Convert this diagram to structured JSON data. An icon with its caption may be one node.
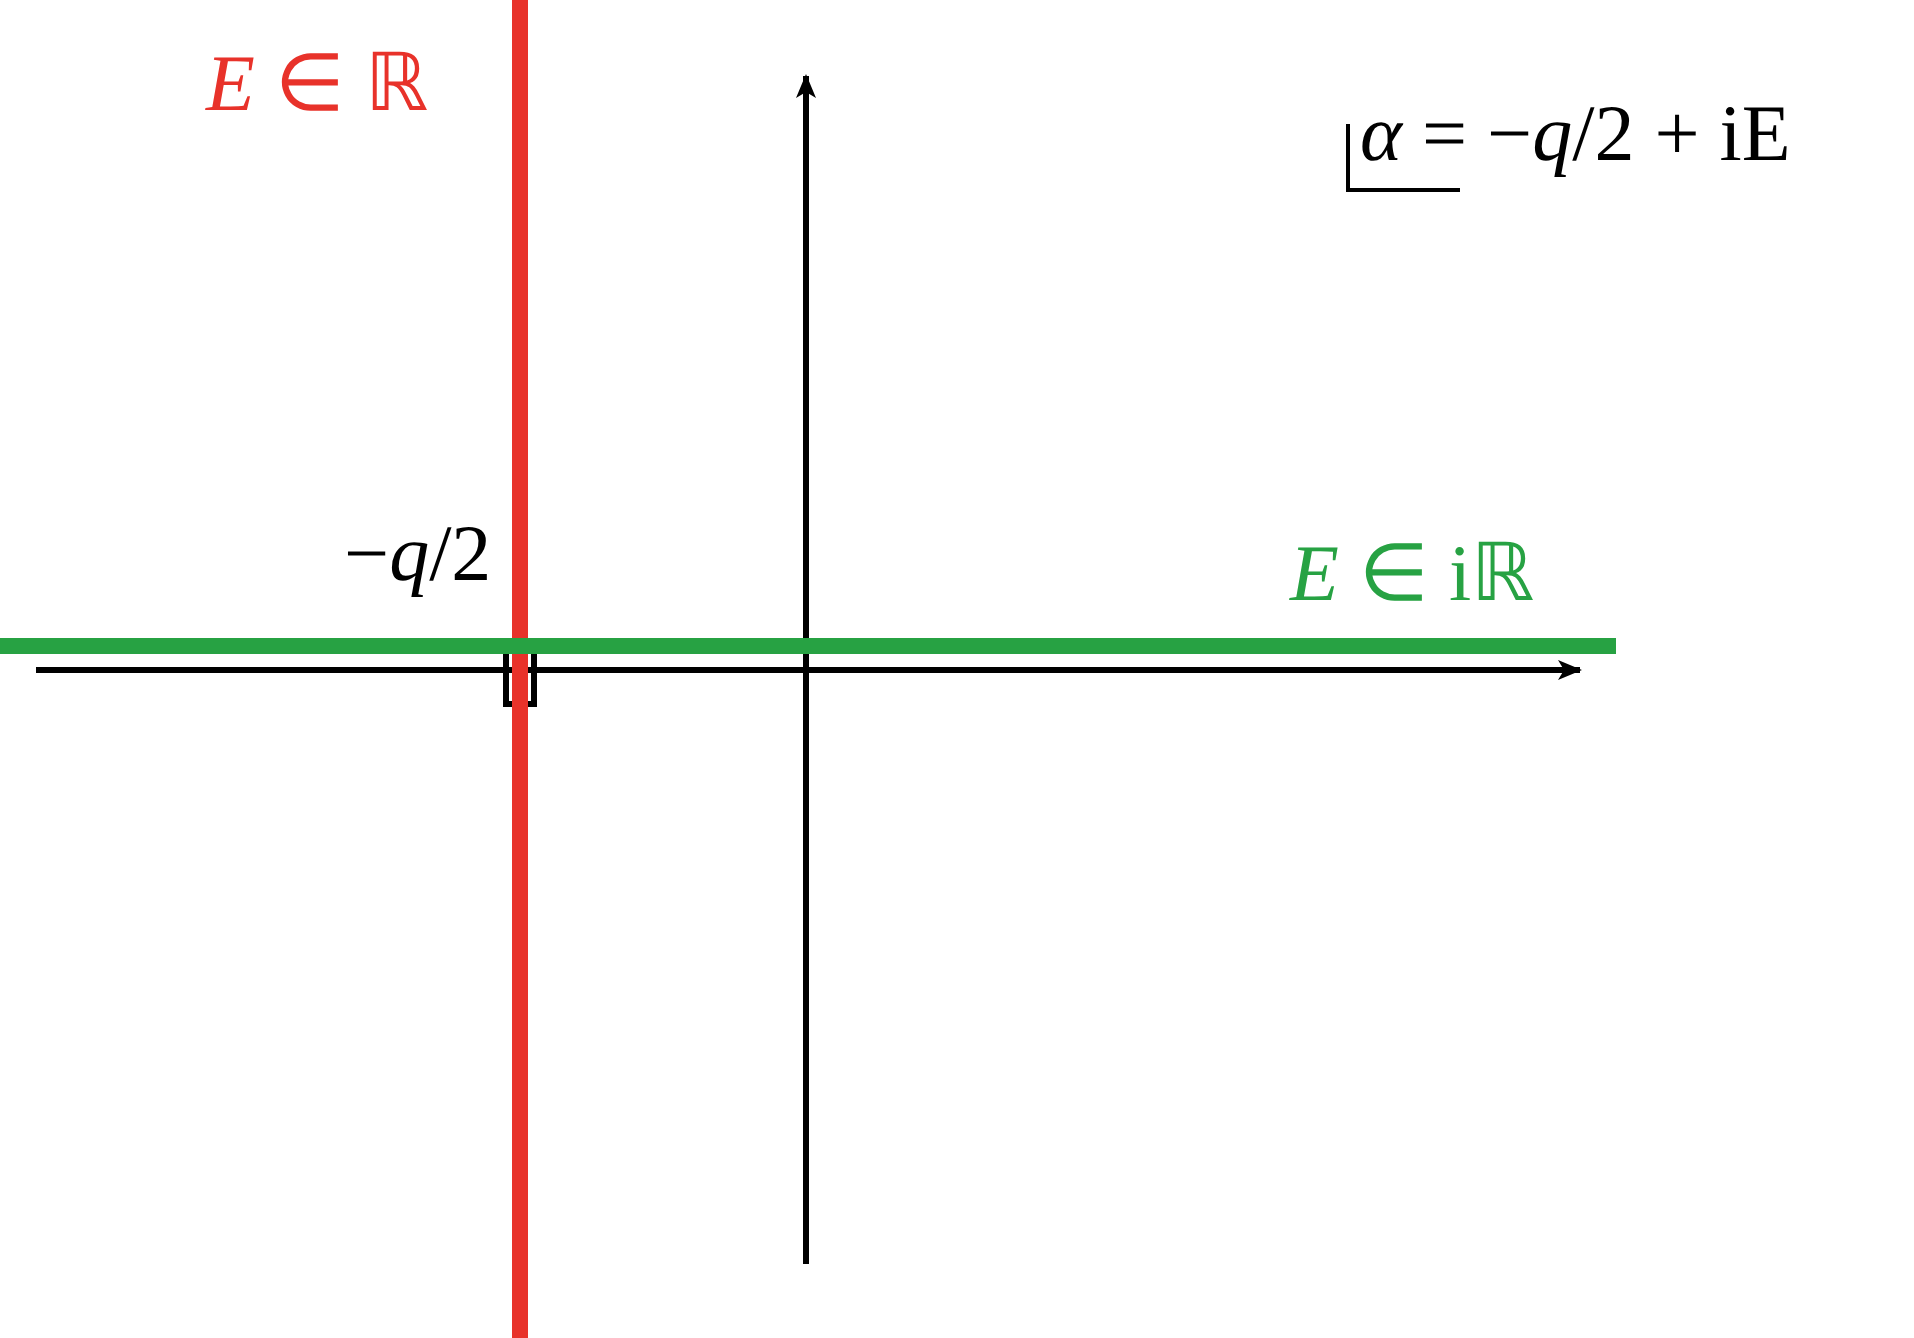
{
  "diagram": {
    "labels": [
      "*E* ∈ ℝ",
      "*α* = −*q*/2 + iE",
      "−*q*/2",
      "*E* ∈ iℝ"
    ]
  }
}
